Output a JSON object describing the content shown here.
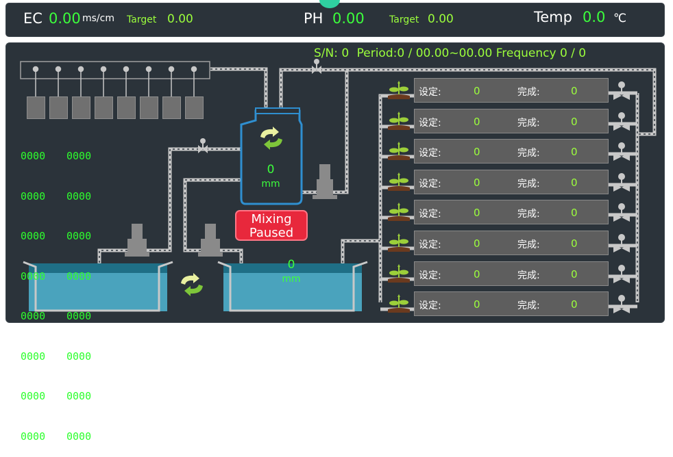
{
  "header": {
    "ec_label": "EC",
    "ec_value": "0.00",
    "ec_unit": "ms/cm",
    "ec_target_label": "Target",
    "ec_target_value": "0.00",
    "ph_label": "PH",
    "ph_value": "0.00",
    "ph_target_label": "Target",
    "ph_target_value": "0.00",
    "temp_label": "Temp",
    "temp_value": "0.0",
    "temp_unit": "℃"
  },
  "status_line": {
    "sn_label": "S/N:",
    "sn_value": "0",
    "period_label": "Period:",
    "period_value": "0 / 00.00~00.00",
    "frequency_label": "Frequency",
    "frequency_value": "0 / 0"
  },
  "counters": {
    "col1": [
      "0000",
      "0000",
      "0000",
      "0000",
      "0000",
      "0000",
      "0000",
      "0000"
    ],
    "col2": [
      "0000",
      "0000",
      "0000",
      "0000",
      "0000",
      "0000",
      "0000",
      "0000"
    ]
  },
  "mixing_tank": {
    "level": "0",
    "unit": "mm"
  },
  "right_tank": {
    "level": "0",
    "unit": "mm"
  },
  "mix_button": {
    "line1": "Mixing",
    "line2": "Paused"
  },
  "zones": [
    {
      "set_label": "设定:",
      "set_value": "0",
      "done_label": "完成:",
      "done_value": "0"
    },
    {
      "set_label": "设定:",
      "set_value": "0",
      "done_label": "完成:",
      "done_value": "0"
    },
    {
      "set_label": "设定:",
      "set_value": "0",
      "done_label": "完成:",
      "done_value": "0"
    },
    {
      "set_label": "设定:",
      "set_value": "0",
      "done_label": "完成:",
      "done_value": "0"
    },
    {
      "set_label": "设定:",
      "set_value": "0",
      "done_label": "完成:",
      "done_value": "0"
    },
    {
      "set_label": "设定:",
      "set_value": "0",
      "done_label": "完成:",
      "done_value": "0"
    },
    {
      "set_label": "设定:",
      "set_value": "0",
      "done_label": "完成:",
      "done_value": "0"
    },
    {
      "set_label": "设定:",
      "set_value": "0",
      "done_label": "完成:",
      "done_value": "0"
    }
  ],
  "colors": {
    "panel_bg": "#2b333a",
    "value_green": "#3cff3c",
    "label_green": "#9cff3c",
    "tank_blue": "#2f8fd0",
    "water": "#4aa3bd",
    "alert_red": "#e8283c"
  }
}
